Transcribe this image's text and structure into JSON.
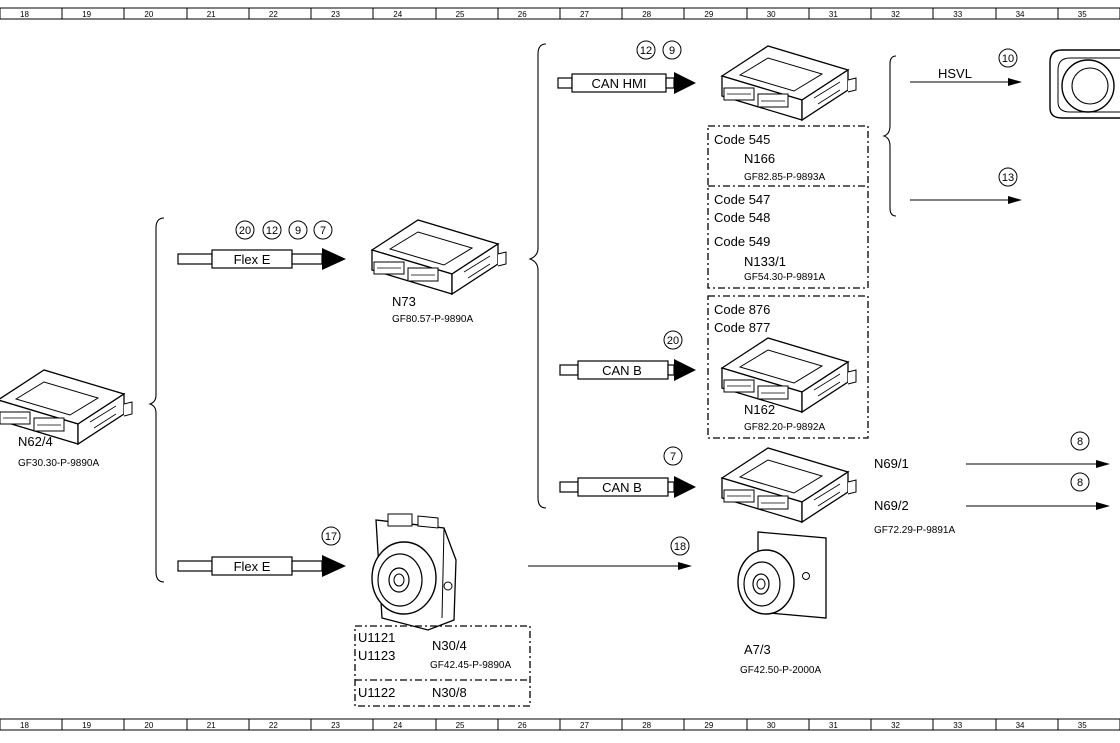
{
  "ruler": {
    "labels": [
      "18",
      "19",
      "20",
      "21",
      "22",
      "23",
      "24",
      "25",
      "26",
      "27",
      "28",
      "29",
      "30",
      "31",
      "32",
      "33",
      "34",
      "35"
    ]
  },
  "components": {
    "n62_4": {
      "name": "N62/4",
      "ref": "GF30.30-P-9890A"
    },
    "n73": {
      "name": "N73",
      "ref": "GF80.57-P-9890A"
    },
    "n166": {
      "code": "Code 545",
      "name": "N166",
      "ref": "GF82.85-P-9893A"
    },
    "n133_1": {
      "codes": [
        "Code 547",
        "Code 548",
        "Code 549"
      ],
      "name": "N133/1",
      "ref": "GF54.30-P-9891A"
    },
    "n162": {
      "codes": [
        "Code 876",
        "Code 877"
      ],
      "name": "N162",
      "ref": "GF82.20-P-9892A"
    },
    "n69": {
      "names": [
        "N69/1",
        "N69/2"
      ],
      "ref": "GF72.29-P-9891A"
    },
    "a7_3": {
      "name": "A7/3",
      "ref": "GF42.50-P-2000A"
    },
    "n30": {
      "row1_codes": [
        "U1121",
        "U1123"
      ],
      "row1_name": "N30/4",
      "row1_ref": "GF42.45-P-9890A",
      "row2_code": "U1122",
      "row2_name": "N30/8"
    }
  },
  "buses": {
    "flex_e_top": "Flex E",
    "flex_e_bottom": "Flex E",
    "can_hmi": "CAN HMI",
    "can_b_1": "CAN B",
    "can_b_2": "CAN B",
    "hsvl": "HSVL"
  },
  "circled_numbers": {
    "flex_e_top": [
      "20",
      "12",
      "9",
      "7"
    ],
    "flex_e_bottom": "17",
    "can_hmi": [
      "12",
      "9"
    ],
    "hsvl": "10",
    "arrow_13": "13",
    "can_b_1": "20",
    "can_b_2": "7",
    "arrow_18": "18",
    "n69_1_arrow": "8",
    "n69_2_arrow": "8"
  }
}
